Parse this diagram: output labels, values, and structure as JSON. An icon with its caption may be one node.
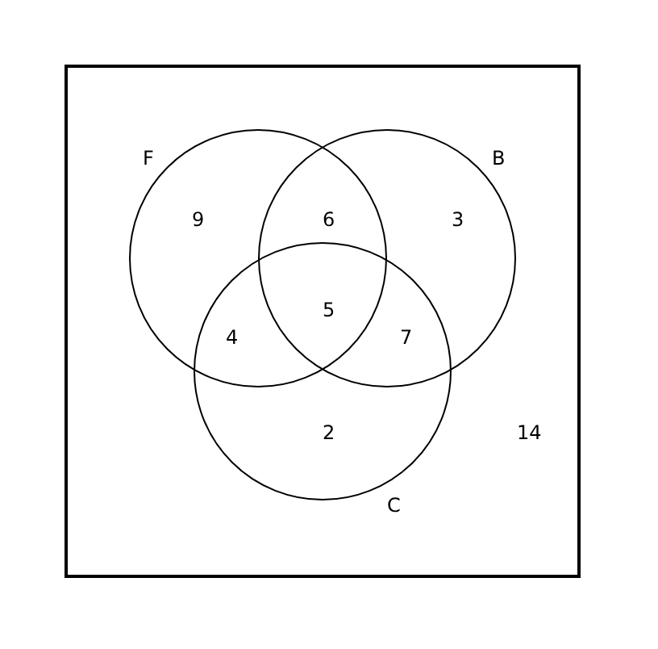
{
  "diagram": {
    "nodes": [
      {
        "text": [
          "14"
        ]
      },
      {
        "text": [
          "F"
        ],
        "in": 0
      },
      {
        "text": [
          "B"
        ],
        "in": 0
      },
      {
        "text": [
          "C"
        ],
        "in": 0
      }
    ],
    "labels": [
      "9",
      "6",
      "3",
      "5",
      "4",
      "7",
      "2"
    ]
  }
}
